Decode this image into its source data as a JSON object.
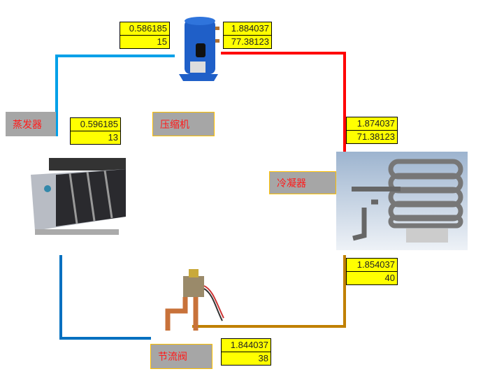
{
  "colors": {
    "suction": "#00a0e8",
    "discharge": "#ff0000",
    "liquid": "#c08000",
    "expansion_out": "#0070c0",
    "value_bg": "#ffff00",
    "label_bg": "#a6a6a6",
    "label_text": "#ff1a1a"
  },
  "compressor": {
    "label": "压缩机",
    "inlet": {
      "pressure": "0.586185",
      "temperature": "15"
    },
    "outlet": {
      "pressure": "1.884037",
      "temperature": "77.38123"
    }
  },
  "condenser": {
    "label": "冷凝器",
    "inlet": {
      "pressure": "1.874037",
      "temperature": "71.38123"
    },
    "outlet": {
      "pressure": "1.854037",
      "temperature": "40"
    }
  },
  "expansion_valve": {
    "label": "节流阀",
    "outlet": {
      "pressure": "1.844037",
      "temperature": "38"
    }
  },
  "evaporator": {
    "label": "蒸发器",
    "outlet": {
      "pressure": "0.596185",
      "temperature": "13"
    }
  }
}
